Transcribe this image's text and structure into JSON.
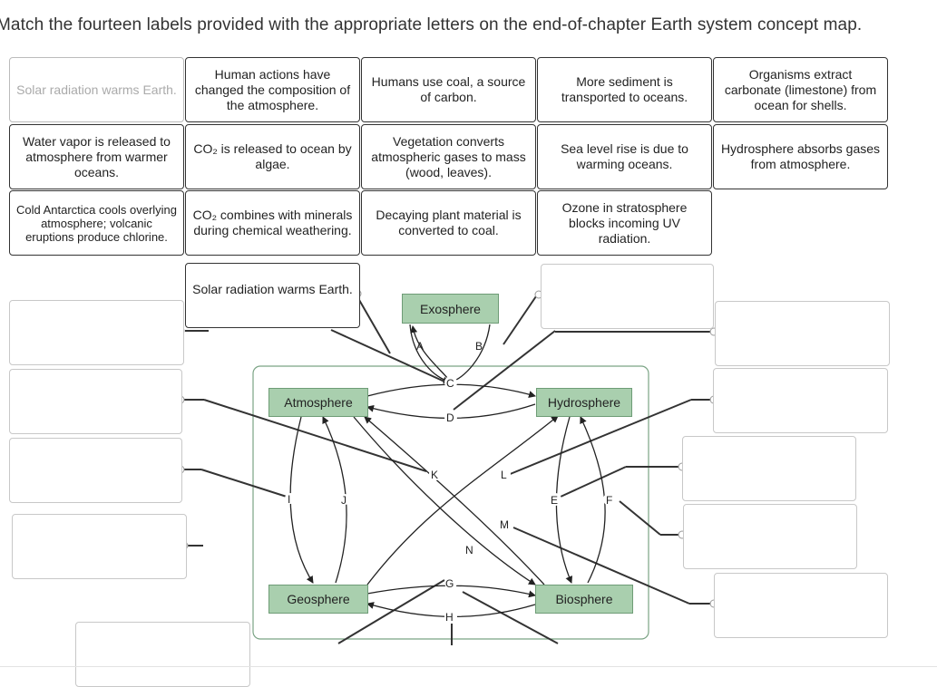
{
  "instruction": "Match the fourteen labels provided with the appropriate letters on the end-of-chapter Earth system concept map.",
  "label_bank": [
    {
      "text": "Solar radiation warms Earth.",
      "used": true
    },
    {
      "text": "Human actions have changed the composition of the atmosphere."
    },
    {
      "text": "Humans use coal, a source of carbon."
    },
    {
      "text": "More sediment is transported to oceans."
    },
    {
      "text": "Organisms extract carbonate (limestone) from ocean for shells."
    },
    {
      "text": "Water vapor is released to atmosphere from warmer oceans."
    },
    {
      "text": "CO₂ is released to ocean by algae."
    },
    {
      "text": "Vegetation converts atmospheric gases to mass (wood, leaves)."
    },
    {
      "text": "Sea level rise is due to warming oceans."
    },
    {
      "text": "Hydrosphere absorbs gases from atmosphere."
    },
    {
      "text": "Cold Antarctica cools overlying atmosphere; volcanic eruptions produce chlorine."
    },
    {
      "text": "CO₂ combines with minerals during chemical weathering."
    },
    {
      "text": "Decaying plant material is converted to coal."
    },
    {
      "text": "Ozone in stratosphere blocks incoming UV radiation."
    }
  ],
  "placed_label": "Solar radiation warms Earth.",
  "nodes": {
    "exosphere": "Exosphere",
    "atmosphere": "Atmosphere",
    "hydrosphere": "Hydrosphere",
    "geosphere": "Geosphere",
    "biosphere": "Biosphere"
  },
  "letters": [
    "A",
    "B",
    "C",
    "D",
    "E",
    "F",
    "G",
    "H",
    "I",
    "J",
    "K",
    "L",
    "M",
    "N"
  ]
}
